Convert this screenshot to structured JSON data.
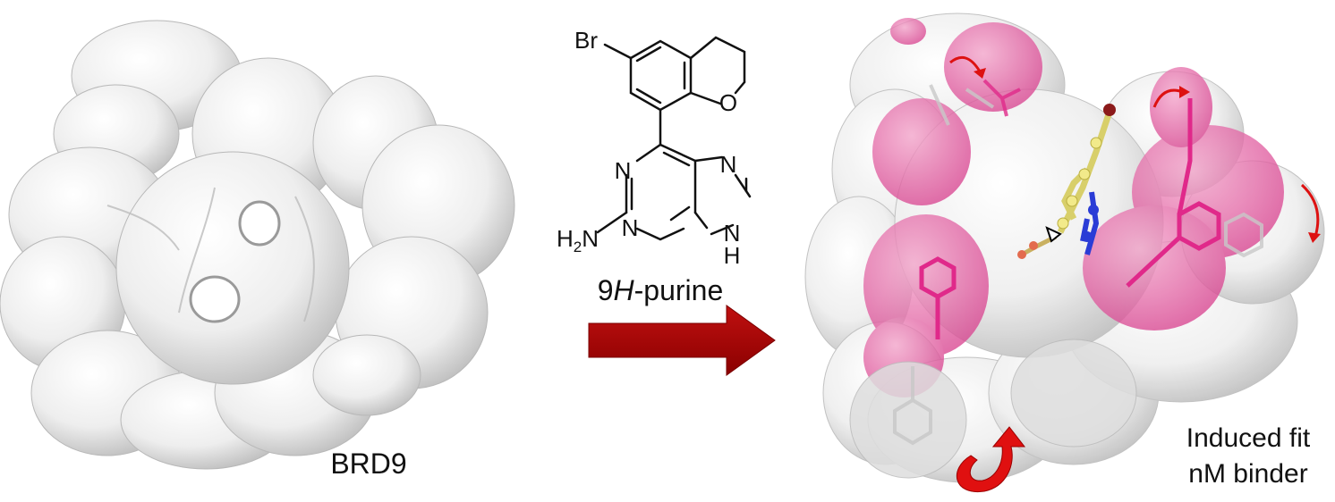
{
  "left_panel": {
    "label": "BRD9"
  },
  "molecule": {
    "atoms": {
      "br": "Br",
      "o": "O",
      "n1": "N",
      "n3": "N",
      "n7": "N",
      "n9": "N",
      "h9": "H",
      "amine_h": "H",
      "amine_sub": "2",
      "amine_n": "N"
    },
    "name_prefix": "9",
    "name_italic": "H",
    "name_suffix": "-purine"
  },
  "right_panel": {
    "label_line1": "Induced fit",
    "label_line2": "nM binder"
  },
  "colors": {
    "surface": "#e6e6e6",
    "surface_shade": "#c8c8c8",
    "highlight": "#e0559e",
    "ligand_carbon": "#f0e68c",
    "ligand_nitrogen": "#2233cc",
    "arrow": "#b00000",
    "curl_arrow": "#dd1111"
  }
}
